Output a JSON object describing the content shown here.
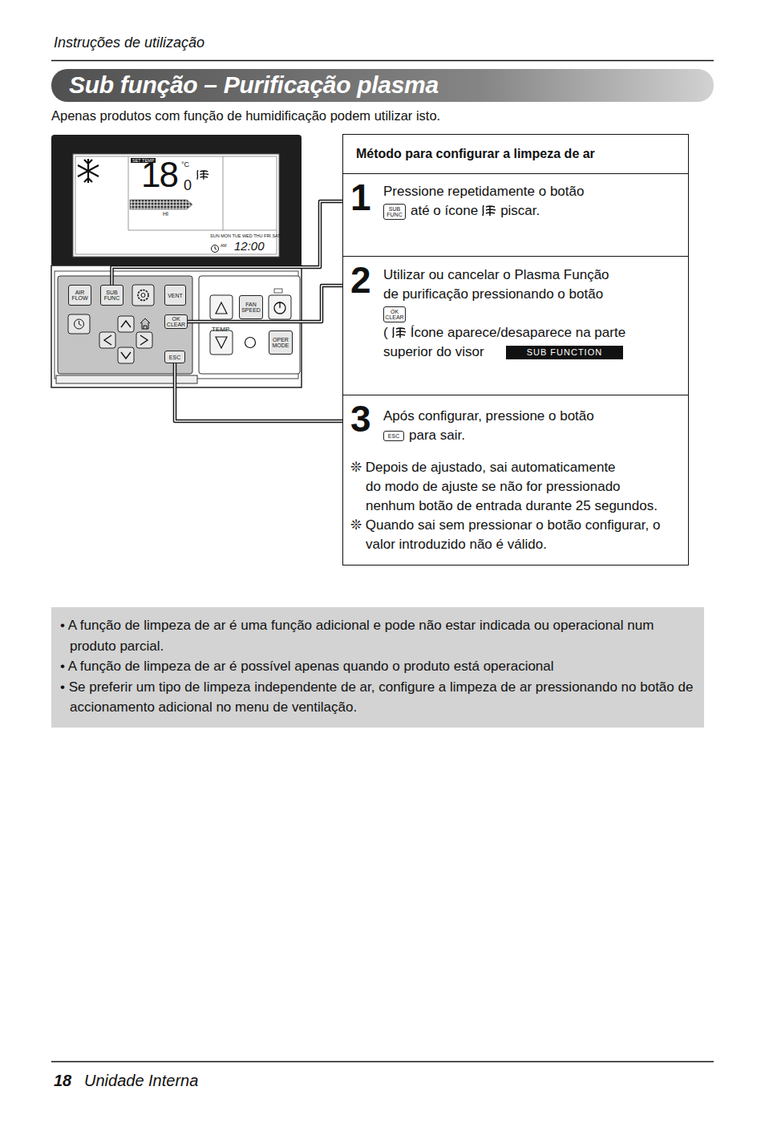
{
  "diagram": {
    "title": "Sub função – Purificação plasma",
    "nodes": [
      {
        "text": [
          "AIR FLOW"
        ]
      },
      {
        "text": [
          "SUB FUNC"
        ]
      },
      {
        "text": [
          "VENT"
        ]
      },
      {
        "text": [
          "OK CLEAR"
        ]
      },
      {
        "text": [
          "ESC"
        ]
      },
      {
        "text": [
          "FAN SPEED"
        ]
      },
      {
        "text": [
          "OPER MODE"
        ]
      },
      {
        "text": [
          "Método para configurar a limpeza de ar"
        ]
      },
      {
        "text": [
          "1",
          "Pressione repetidamente o botão",
          "até o ícone",
          "piscar."
        ],
        "in": 7
      },
      {
        "text": [
          "2",
          "Utilizar ou cancelar o Plasma Função de purificação pressionando o botão",
          "(",
          "Ícone aparece/desaparece na parte superior do visor"
        ],
        "in": 7
      },
      {
        "text": [
          "3",
          "Após configurar, pressione o botão",
          "para sair.",
          "❊ Depois de ajustado, sai automaticamente do modo de ajuste se não for pressionado nenhum botão de entrada durante 25 segundos.",
          "❊ Quando sai sem pressionar o botão configurar, o valor introduzido não é válido."
        ],
        "in": 7
      },
      {
        "text": [
          "• A função de limpeza de ar é uma função adicional e pode não estar indicada ou operacional num produto parcial.",
          "• A função de limpeza de ar é possível apenas quando o produto está operacional",
          "• Se preferir um tipo de limpeza independente de ar, configure a limpeza de ar pressionando no botão de accionamento adicional no menu de ventilação."
        ]
      }
    ],
    "edges": [
      {
        "from": 1,
        "to": 8,
        "arrow": "none"
      },
      {
        "from": 3,
        "to": 9,
        "arrow": "none"
      },
      {
        "from": 4,
        "to": 10,
        "arrow": "none"
      }
    ],
    "labels": [
      "Instruções de utilização",
      "Apenas produtos com função de humidificação podem utilizar isto.",
      "SET TEMP",
      "18",
      "0",
      "°C",
      "HI",
      "SUN MON TUE WED THU FRI SAT",
      "AM",
      "12:00",
      "TEMP",
      "SUB FUNC",
      "SUB FUNC",
      "OK CLEAR",
      "OK CLEAR",
      "SUB FUNCTION",
      "ESC",
      "ESC",
      "18",
      "Unidade Interna"
    ]
  }
}
